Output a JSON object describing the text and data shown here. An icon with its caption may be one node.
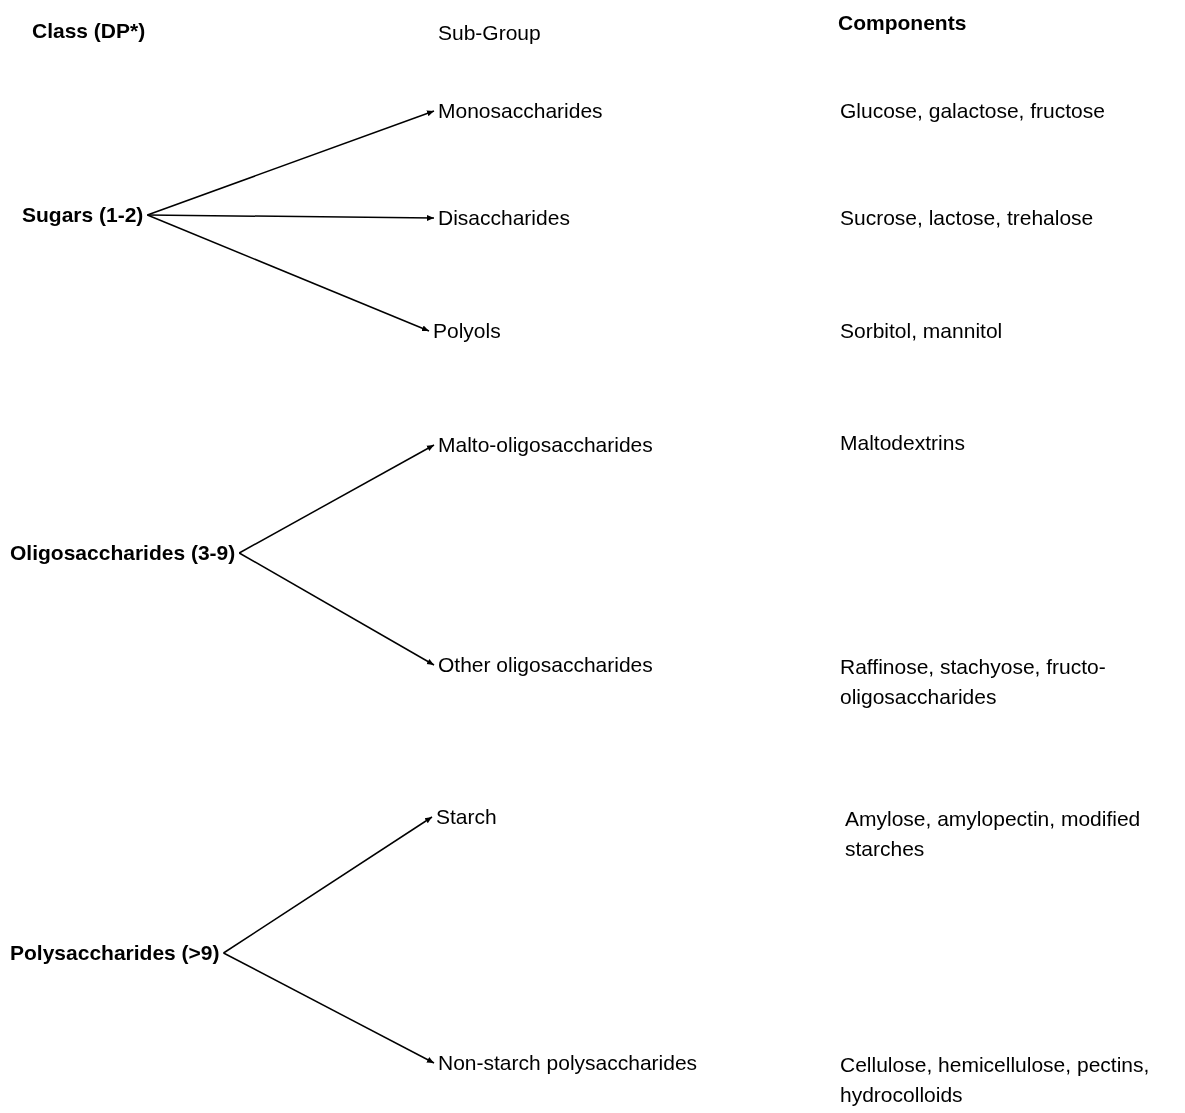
{
  "diagram": {
    "nodes": [
      {
        "text": [
          "Sugars (1-2)"
        ]
      },
      {
        "text": [
          "Monosaccharides"
        ]
      },
      {
        "text": [
          "Disaccharides"
        ]
      },
      {
        "text": [
          "Polyols"
        ]
      },
      {
        "text": [
          "Oligosaccharides (3-9)"
        ]
      },
      {
        "text": [
          "Malto-oligosaccharides"
        ]
      },
      {
        "text": [
          "Other oligosaccharides"
        ]
      },
      {
        "text": [
          "Polysaccharides (>9)"
        ]
      },
      {
        "text": [
          "Starch"
        ]
      },
      {
        "text": [
          "Non-starch polysaccharides"
        ]
      }
    ],
    "edges": [
      {
        "from": 0,
        "to": 1,
        "arrow": "to"
      },
      {
        "from": 0,
        "to": 2,
        "arrow": "to"
      },
      {
        "from": 0,
        "to": 3,
        "arrow": "to"
      },
      {
        "from": 4,
        "to": 5,
        "arrow": "to"
      },
      {
        "from": 4,
        "to": 6,
        "arrow": "to"
      },
      {
        "from": 7,
        "to": 8,
        "arrow": "to"
      },
      {
        "from": 7,
        "to": 9,
        "arrow": "to"
      }
    ],
    "labels": [
      "Class (DP*)",
      "Sub-Group",
      "Components",
      "Glucose, galactose, fructose",
      "Sucrose, lactose, trehalose",
      "Sorbitol, mannitol",
      "Maltodextrins",
      "Raffinose, stachyose, fructo-oligosaccharides",
      "Amylose, amylopectin, modified starches",
      "Cellulose, hemicellulose, pectins, hydrocolloids"
    ]
  }
}
